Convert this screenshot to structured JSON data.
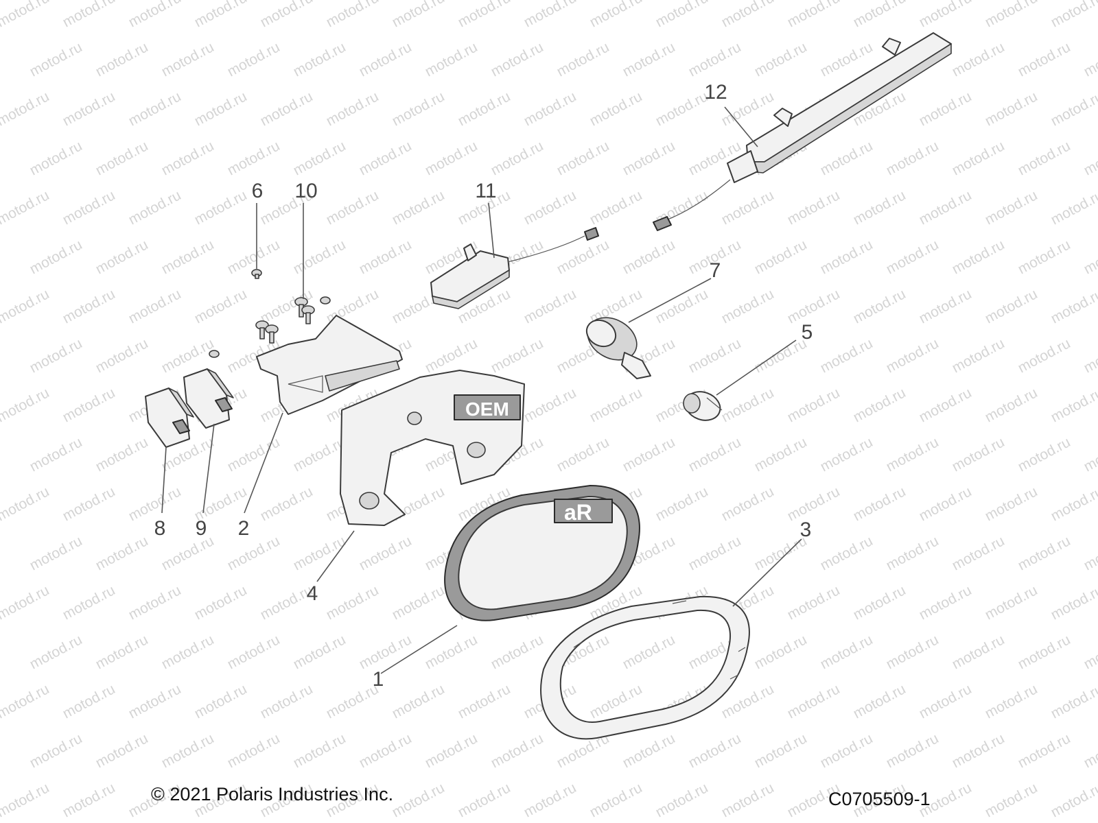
{
  "callouts": [
    {
      "label": "1"
    },
    {
      "label": "2"
    },
    {
      "label": "3"
    },
    {
      "label": "4"
    },
    {
      "label": "5"
    },
    {
      "label": "6"
    },
    {
      "label": "7"
    },
    {
      "label": "8"
    },
    {
      "label": "9"
    },
    {
      "label": "10"
    },
    {
      "label": "11"
    },
    {
      "label": "12"
    }
  ],
  "watermark": {
    "text": "motod.ru",
    "color": "#d4d4d4"
  },
  "overlay_marks": {
    "oem": "OEM",
    "ar": "aR"
  },
  "footer": {
    "copyright": "© 2021 Polaris Industries Inc.",
    "part_code": "C0705509-1"
  }
}
